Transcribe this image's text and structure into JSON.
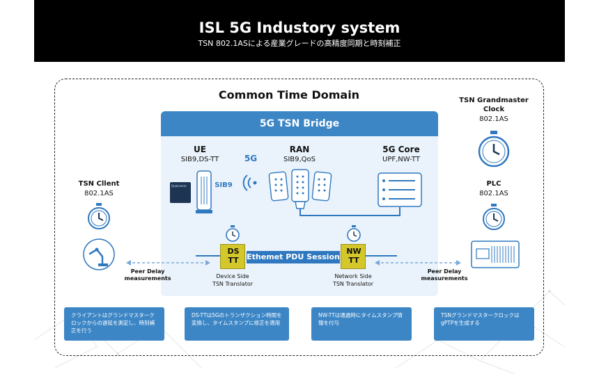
{
  "header": {
    "title": "ISL 5G Industory system",
    "subtitle": "TSN 802.1ASによる産業グレードの高精度同期と時刻補正"
  },
  "domain": {
    "title": "Common Time Domain"
  },
  "bridge": {
    "title": "5G TSN Bridge"
  },
  "ue": {
    "title": "UE",
    "sub": "SIB9,DS-TT",
    "sib_label": "SIB9",
    "chip_text": "Qualcomm"
  },
  "g5": {
    "label": "5G"
  },
  "ran": {
    "title": "RAN",
    "sub": "SIB9,QoS"
  },
  "core": {
    "title": "5G Core",
    "sub": "UPF,NW-TT"
  },
  "grandmaster": {
    "title_line1": "TSN Grandmaster",
    "title_line2": "Clock",
    "sub": "802.1AS"
  },
  "plc": {
    "title": "PLC",
    "sub": "802.1AS"
  },
  "client": {
    "title": "TSN Cllent",
    "sub": "802.1AS"
  },
  "dstt": {
    "line1": "DS",
    "line2": "TT",
    "caption1": "Device Side",
    "caption2": "TSN Translator"
  },
  "nwtt": {
    "line1": "NW",
    "line2": "TT",
    "caption1": "Network Side",
    "caption2": "TSN Translator"
  },
  "pdu": {
    "label": "Ethemet PDU Session"
  },
  "peer_left": {
    "line1": "Peer Delay",
    "line2": "measurements"
  },
  "peer_right": {
    "line1": "Peer Delay",
    "line2": "measurements"
  },
  "info_boxes": [
    {
      "text": "クライアントはグランドマスタークロックからの遅延を測定し、時刻補正を行う"
    },
    {
      "text": "DS-TTは5Gのトランザクション時間を変換し、タイムスタンプに修正を適用"
    },
    {
      "text": "NW-TTは通過時にタイムスタンプ情報を付与"
    },
    {
      "text": "TSNグランドマスタークロックはgPTPを生成する"
    }
  ],
  "colors": {
    "accent": "#3c86c6",
    "accent_dark": "#2f78c0",
    "tt": "#d4c72a",
    "light": "#eaf3fb"
  }
}
